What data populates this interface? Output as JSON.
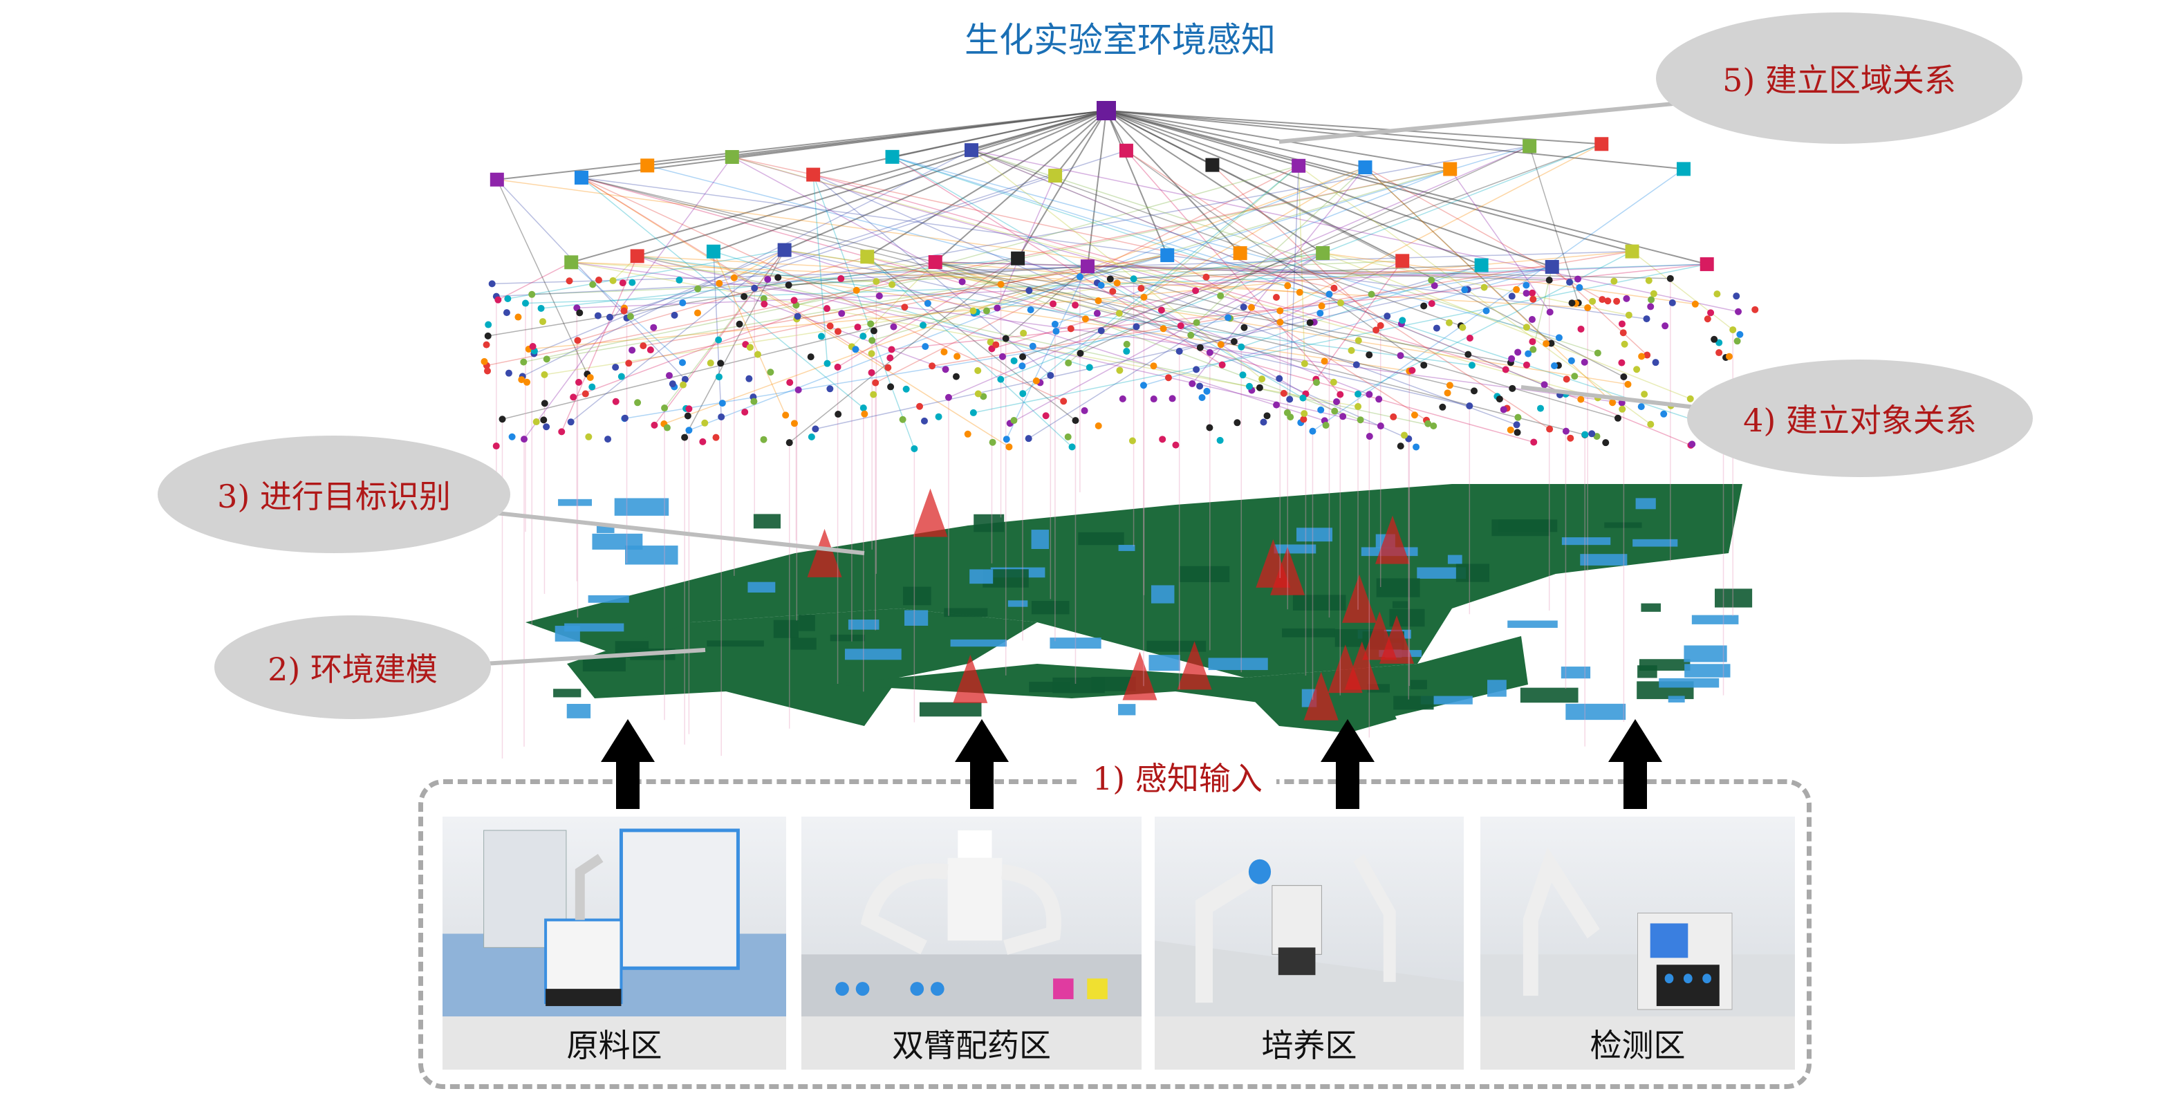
{
  "title": "生化实验室环境感知",
  "steps": {
    "s1": "1) 感知输入",
    "s2": "2) 环境建模",
    "s3": "3) 进行目标识别",
    "s4": "4) 建立对象关系",
    "s5": "5) 建立区域关系"
  },
  "zones": [
    {
      "label": "原料区"
    },
    {
      "label": "双臂配药区"
    },
    {
      "label": "培养区"
    },
    {
      "label": "检测区"
    }
  ],
  "colors": {
    "title": "#1a6fb5",
    "step": "#b01818",
    "map_green": "#1e6b3c",
    "map_blue": "#3a9ad9",
    "bubble": "#d3d3d3"
  }
}
